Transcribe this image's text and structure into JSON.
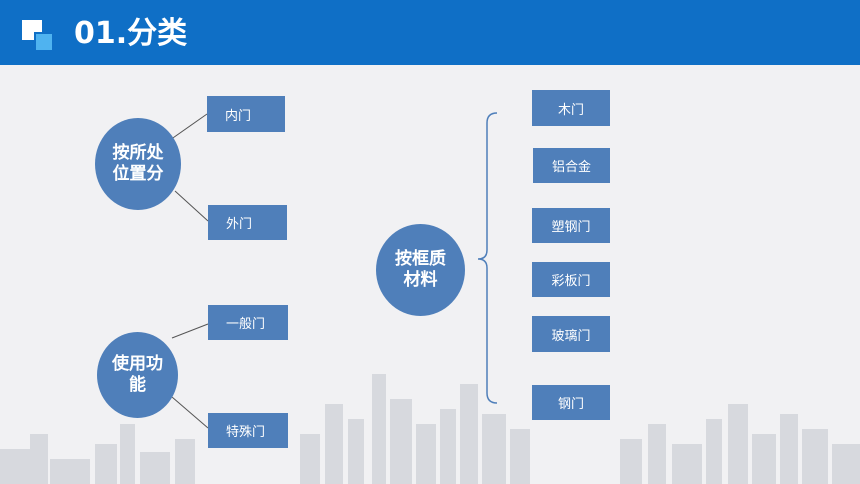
{
  "header": {
    "title": "01.分类",
    "background_color": "#0f6fc6",
    "logo_icon": "square-stack-icon"
  },
  "accent_color": "#4f7fba",
  "position_group": {
    "label": "按所处位置分",
    "items": [
      "内门",
      "外门"
    ]
  },
  "function_group": {
    "label": "使用功能",
    "items": [
      "一般门",
      "特殊门"
    ]
  },
  "material_group": {
    "label": "按框质材料",
    "items": [
      "木门",
      "铝合金",
      "塑钢门",
      "彩板门",
      "玻璃门",
      "钢门"
    ]
  }
}
